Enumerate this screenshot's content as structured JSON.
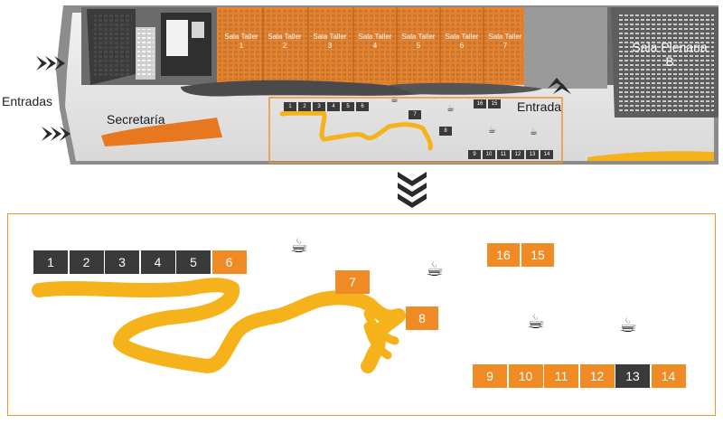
{
  "overview": {
    "entrances_label": "Entradas",
    "secretaria_label": "Secretaría",
    "entrance_label": "Entrada",
    "plenaria_label": "Sala Plenaria B",
    "salas": [
      {
        "line1": "Sala Taller",
        "line2": "1"
      },
      {
        "line1": "Sala Taller",
        "line2": "2"
      },
      {
        "line1": "Sala Taller",
        "line2": "3"
      },
      {
        "line1": "Sala Taller",
        "line2": "4"
      },
      {
        "line1": "Sala Taller",
        "line2": "5"
      },
      {
        "line1": "Sala Taller",
        "line2": "6"
      },
      {
        "line1": "Sala Taller",
        "line2": "7"
      }
    ],
    "mini_stands_top": [
      "1",
      "2",
      "3",
      "4",
      "5",
      "6"
    ],
    "mini_stand_7": "7",
    "mini_stand_8": "8",
    "mini_stands_16_15": [
      "16",
      "15"
    ],
    "mini_stands_bottom": [
      "9",
      "10",
      "11",
      "12",
      "13",
      "14"
    ]
  },
  "detail": {
    "row_top": [
      {
        "label": "1",
        "status": "dark"
      },
      {
        "label": "2",
        "status": "dark"
      },
      {
        "label": "3",
        "status": "dark"
      },
      {
        "label": "4",
        "status": "dark"
      },
      {
        "label": "5",
        "status": "dark"
      },
      {
        "label": "6",
        "status": "orange"
      }
    ],
    "stand_7": {
      "label": "7",
      "status": "orange"
    },
    "stand_8": {
      "label": "8",
      "status": "orange"
    },
    "row_right_top": [
      {
        "label": "16",
        "status": "orange"
      },
      {
        "label": "15",
        "status": "orange"
      }
    ],
    "row_bottom": [
      {
        "label": "9",
        "status": "orange"
      },
      {
        "label": "10",
        "status": "orange"
      },
      {
        "label": "11",
        "status": "orange"
      },
      {
        "label": "12",
        "status": "orange"
      },
      {
        "label": "13",
        "status": "dark"
      },
      {
        "label": "14",
        "status": "orange"
      }
    ],
    "coffee_icon": "coffee-cup-icon"
  },
  "colors": {
    "orange": "#f08a24",
    "dark": "#3a3a3a",
    "path_yellow": "#f6b21b",
    "frame": "#f0922e",
    "floor": "#e8e8e8"
  }
}
